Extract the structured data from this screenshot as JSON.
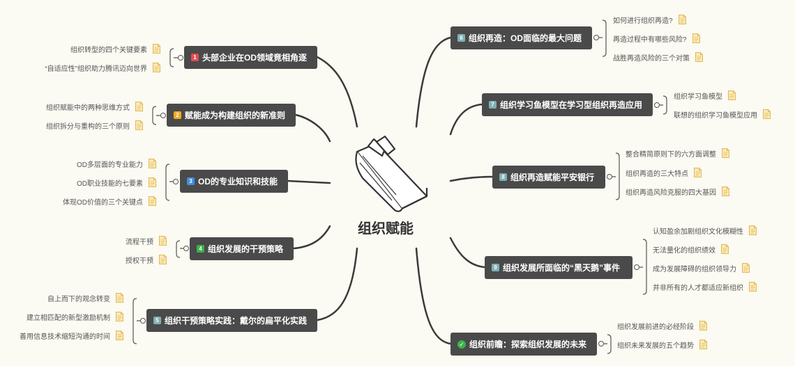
{
  "center": {
    "title": "组织赋能"
  },
  "branches": [
    {
      "id": "1",
      "badge_color": "#e04e4e",
      "label": "头部企业在OD领域竟相角逐",
      "children": [
        "组织转型的四个关键要素",
        "“自适应性”组织助力腾讯迈向世界"
      ]
    },
    {
      "id": "2",
      "badge_color": "#f0a922",
      "label": "赋能成为构建组织的新准则",
      "children": [
        "组织赋能中的两种思维方式",
        "组织拆分与重构的三个原则"
      ]
    },
    {
      "id": "3",
      "badge_color": "#3f8fe0",
      "label": "OD的专业知识和技能",
      "children": [
        "OD多层面的专业能力",
        "OD职业技能的七要素",
        "体现OD价值的三个关键点"
      ]
    },
    {
      "id": "4",
      "badge_color": "#3bb24a",
      "label": "组织发展的干预策略",
      "children": [
        "流程干预",
        "授权干预"
      ]
    },
    {
      "id": "5",
      "badge_color": "#7fb0b5",
      "label": "组织干预策略实践：戴尔的扁平化实践",
      "children": [
        "自上而下的观念转变",
        "建立相匹配的新型激励机制",
        "善用信息技术缩短沟通的时间"
      ]
    },
    {
      "id": "6",
      "badge_color": "#7fb0b5",
      "label": "组织再造：OD面临的最大问题",
      "children": [
        "如何进行组织再造?",
        "再造过程中有哪些风险?",
        "战胜再造风险的三个对策"
      ]
    },
    {
      "id": "7",
      "badge_color": "#7fb0b5",
      "label": "组织学习鱼模型在学习型组织再造应用",
      "children": [
        "组织学习鱼模型",
        "联想的组织学习鱼模型应用"
      ]
    },
    {
      "id": "8",
      "badge_color": "#7fb0b5",
      "label": "组织再造赋能平安银行",
      "children": [
        "整合精简原则下的六方面调整",
        "组织再造的三大特点",
        "组织再造风险克服的四大基因"
      ]
    },
    {
      "id": "9",
      "badge_color": "#7fb0b5",
      "label": "组织发展所面临的“黑天鹅”事件",
      "children": [
        "认知盈余加剧组织文化模糊性",
        "无法量化的组织绩效",
        "成为发展障碍的组织领导力",
        "并非所有的人才都适应新组织"
      ]
    },
    {
      "id": "✓",
      "badge_color": "#3bb24a",
      "label": "组织前瞻：探索组织发展的未来",
      "children": [
        "组织发展前进的必经阶段",
        "组织未来发展的五个趋势"
      ]
    }
  ]
}
